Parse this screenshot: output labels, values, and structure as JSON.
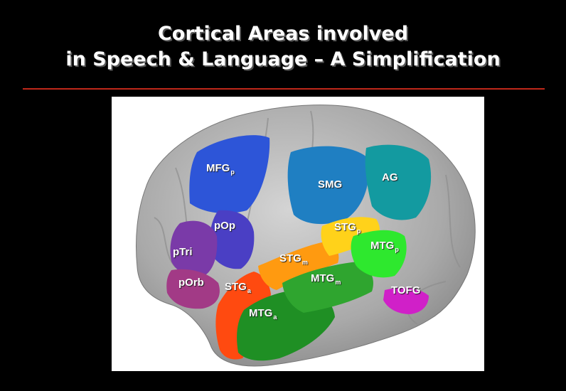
{
  "title": {
    "line1": "Cortical Areas involved",
    "line2": "in Speech & Language – A Simplification"
  },
  "colors": {
    "background": "#000000",
    "rule": "#c0281a",
    "MFGp": "#2d55d8",
    "pOp": "#4a3fc4",
    "pTri": "#7a3aa8",
    "pOrb": "#a23a86",
    "STGa": "#ff4a10",
    "STGm": "#ff9a10",
    "STGp": "#ffd21a",
    "MTGa": "#1f8f24",
    "MTGm": "#2fa52f",
    "MTGp": "#2ee82e",
    "SMG": "#1f7fc2",
    "AG": "#139aa0",
    "TOFG": "#d020c8",
    "brain": "#b9b9b9"
  },
  "labels": {
    "mfg": {
      "main": "MFG",
      "sub": "p"
    },
    "smg": {
      "main": "SMG"
    },
    "ag": {
      "main": "AG"
    },
    "pop": {
      "main": "pOp"
    },
    "stgp": {
      "main": "STG",
      "sub": "p"
    },
    "ptri": {
      "main": "pTri"
    },
    "stgm": {
      "main": "STG",
      "sub": "m"
    },
    "mtgp": {
      "main": "MTG",
      "sub": "p"
    },
    "porb": {
      "main": "pOrb"
    },
    "stga": {
      "main": "STG",
      "sub": "a"
    },
    "mtgm": {
      "main": "MTG",
      "sub": "m"
    },
    "tofg": {
      "main": "TOFG"
    },
    "mtga": {
      "main": "MTG",
      "sub": "a"
    }
  }
}
